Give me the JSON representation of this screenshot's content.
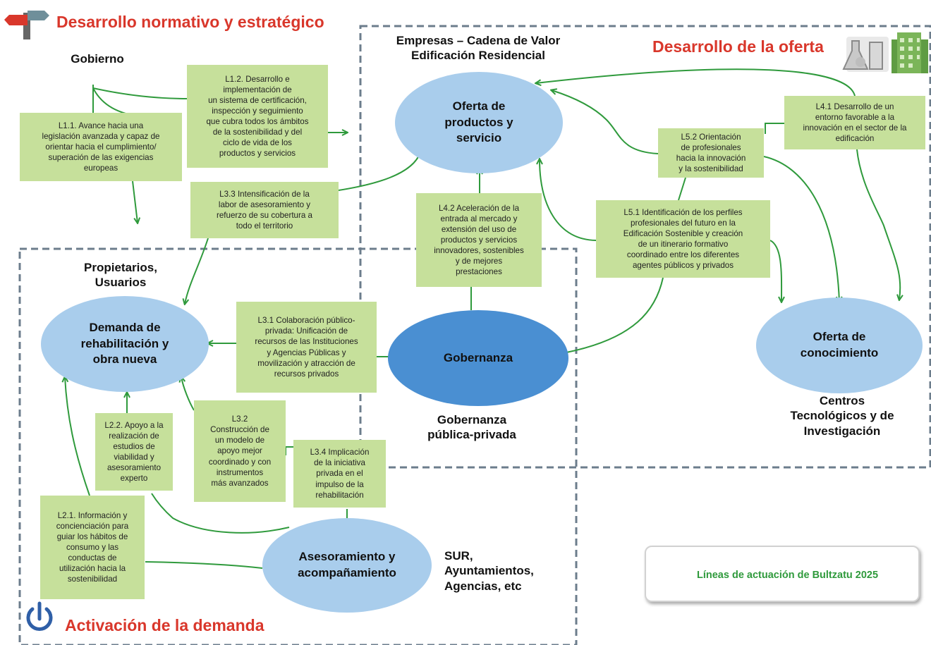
{
  "sections": {
    "normativo": "Desarrollo normativo y estratégico",
    "oferta": "Desarrollo de la oferta",
    "demanda": "Activación de la demanda"
  },
  "groups": {
    "gobierno": "Gobierno",
    "empresas": "Empresas – Cadena de Valor\nEdificación Residencial",
    "propietarios": "Propietarios,\nUsuarios",
    "gobernanza": "Gobernanza\npública-privada",
    "centros": "Centros\nTecnológicos y de\nInvestigación",
    "sur": "SUR,\nAyuntamientos,\nAgencias, etc"
  },
  "nodes": {
    "oferta_productos": "Oferta de\nproductos y\nservicio",
    "demanda_rehab": "Demanda de\nrehabilitación y\nobra nueva",
    "gobernanza": "Gobernanza",
    "oferta_conocimiento": "Oferta de\nconocimiento",
    "asesoramiento": "Asesoramiento y\nacompañamiento"
  },
  "actions": {
    "L1_1": "L1.1. Avance hacia una\nlegislación avanzada y capaz de\norientar hacia el cumplimiento/\nsuperación de las exigencias\neuropeas",
    "L1_2": "L1.2. Desarrollo e\nimplementación de\nun sistema de certificación,\ninspección y seguimiento\nque cubra todos los ámbitos\nde la sostenibilidad y del\nciclo de vida de los\nproductos y servicios",
    "L3_3": "L3.3 Intensificación de la\nlabor de asesoramiento y\nrefuerzo de su cobertura a\ntodo el territorio",
    "L4_2": "L4.2 Aceleración de la\nentrada al mercado y\nextensión del uso de\nproductos y servicios\ninnovadores, sostenibles\ny de mejores\nprestaciones",
    "L5_2": "L5.2 Orientación\nde profesionales\nhacia la innovación\ny la sostenibilidad",
    "L4_1": "L4.1 Desarrollo de un\nentorno favorable a la\ninnovación en el sector de la\nedificación",
    "L5_1": "L5.1 Identificación de los perfiles\nprofesionales del futuro en la\nEdificación Sostenible y creación\nde un itinerario formativo\ncoordinado entre los diferentes\nagentes públicos y privados",
    "L3_1": "L3.1 Colaboración público-\nprivada: Unificación de\nrecursos de las Instituciones\ny Agencias Públicas y\nmovilización y atracción de\nrecursos privados",
    "L3_2": "L3.2\nConstrucción de\nun modelo de\napoyo mejor\ncoordinado y con\ninstrumentos\nmás avanzados",
    "L2_2": "L2.2. Apoyo a la\nrealización de\nestudios de\nviabilidad y\nasesoramiento\nexperto",
    "L3_4": "L3.4 Implicación\nde la iniciativa\nprivada en el\nimpulso de la\nrehabilitación",
    "L2_1": "L2.1. Información y\nconcienciación para\nguiar los hábitos de\nconsumo y las\nconductas de\nutilización hacia la\nsostenibilidad"
  },
  "legend": {
    "text": "Líneas de actuación de Bultzatu 2025"
  },
  "colors": {
    "section_title": "#d9372b",
    "box_fill": "#c6e09b",
    "arrow": "#2f9a3c",
    "ellipse_light": "#a9cdec",
    "ellipse_dark": "#4a8fd2",
    "dashed_border": "#6c7d8c"
  },
  "icons": [
    "signpost-icon",
    "laboratory-flask-icon",
    "building-icon",
    "power-icon"
  ]
}
